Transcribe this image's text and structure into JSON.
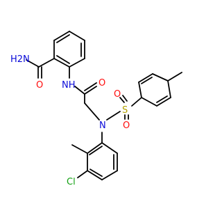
{
  "colors": {
    "bond": "#000000",
    "carbon": "#000000",
    "nitrogen": "#0b0bd9",
    "oxygen": "#ff0d0d",
    "sulfur": "#b2a100",
    "chlorine": "#11a011"
  },
  "atom_labels": {
    "amide_nh2": {
      "symbol": "H2N",
      "element": "nitrogen"
    },
    "amide_o": {
      "symbol": "O",
      "element": "oxygen"
    },
    "amide_nh": {
      "symbol": "NH",
      "element": "nitrogen"
    },
    "acetyl_o": {
      "symbol": "O",
      "element": "oxygen"
    },
    "sulfonamide_n": {
      "symbol": "N",
      "element": "nitrogen"
    },
    "sulfonyl_s": {
      "symbol": "S",
      "element": "sulfur"
    },
    "sulfonyl_o_top": {
      "symbol": "O",
      "element": "oxygen"
    },
    "sulfonyl_o_bottom": {
      "symbol": "O",
      "element": "oxygen"
    },
    "chlorine": {
      "symbol": "Cl",
      "element": "chlorine"
    }
  }
}
